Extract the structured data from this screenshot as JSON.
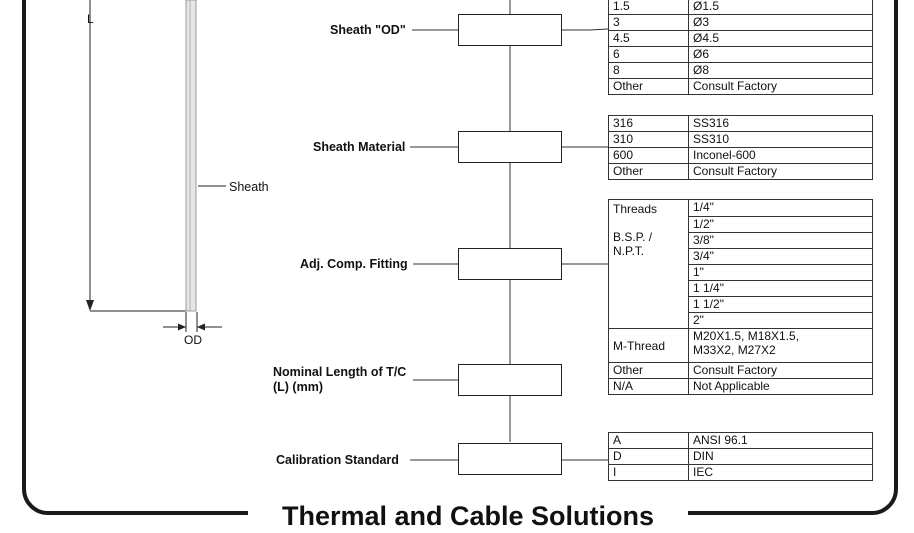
{
  "footer": {
    "title": "Thermal and Cable Solutions"
  },
  "diagram": {
    "length_marker": "L",
    "sheath_label": "Sheath",
    "od_label": "OD"
  },
  "labels": {
    "sheath_od": "Sheath \"OD\"",
    "sheath_material": "Sheath Material",
    "adj_fitting": "Adj. Comp. Fitting",
    "nominal_length_1": "Nominal Length of T/C",
    "nominal_length_2": "(L) (mm)",
    "calibration": "Calibration Standard"
  },
  "tables": {
    "od": [
      [
        "1.5",
        "Ø1.5"
      ],
      [
        "3",
        "Ø3"
      ],
      [
        "4.5",
        "Ø4.5"
      ],
      [
        "6",
        "Ø6"
      ],
      [
        "8",
        "Ø8"
      ],
      [
        "Other",
        "Consult Factory"
      ]
    ],
    "material": [
      [
        "316",
        "SS316"
      ],
      [
        "310",
        "SS310"
      ],
      [
        "600",
        "Inconel-600"
      ],
      [
        "Other",
        "Consult Factory"
      ]
    ],
    "fitting": {
      "threads_label": "Threads",
      "bsp_label": "B.S.P. /",
      "npt_label": "N.P.T.",
      "thread_sizes": [
        "1/4\"",
        "1/2\"",
        "3/8\"",
        "3/4\"",
        "1\"",
        "1 1/4\"",
        "1 1/2\"",
        "2\""
      ],
      "m_thread_label": "M-Thread",
      "m_thread_value_1": "M20X1.5, M18X1.5,",
      "m_thread_value_2": "M33X2, M27X2",
      "other_code": "Other",
      "other_value": "Consult Factory",
      "na_code": "N/A",
      "na_value": "Not Applicable"
    },
    "calibration": [
      [
        "A",
        "ANSI 96.1"
      ],
      [
        "D",
        "DIN"
      ],
      [
        "I",
        "IEC"
      ]
    ]
  }
}
